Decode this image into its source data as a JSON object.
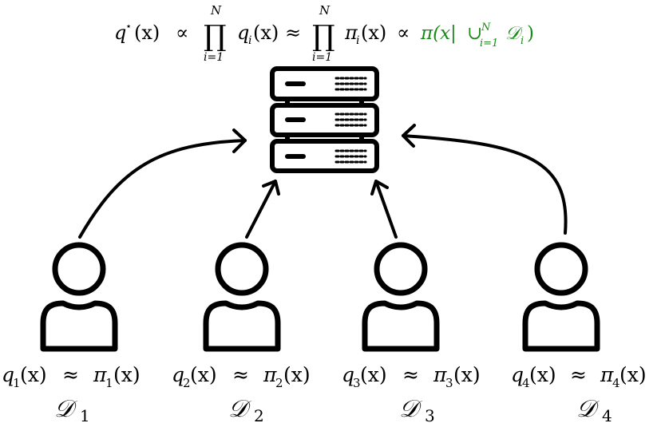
{
  "formula": {
    "q_star": "q",
    "star": "⋆",
    "x_arg": "(x)",
    "propto1": "∝",
    "prod1": "∏",
    "prod1_top": "N",
    "prod1_bottom": "i=1",
    "q_i": "q",
    "q_i_sub": "i",
    "q_i_arg": "(x)",
    "approx": "≈",
    "prod2": "∏",
    "prod2_top": "N",
    "prod2_bottom": "i=1",
    "pi_i": "π",
    "pi_i_sub": "i",
    "pi_i_arg": "(x)",
    "propto2": "∝",
    "posterior_open": "π(x|",
    "union": "∪",
    "union_top": "N",
    "union_bottom": "i=1",
    "posterior_D": "𝒟",
    "posterior_D_sub": "i",
    "posterior_close": ")",
    "posterior_color": "#1a8a1a"
  },
  "clients": [
    {
      "q": "q",
      "sub": "1",
      "arg": "(x)",
      "approx": "≈",
      "pi": "π",
      "pi_sub": "1",
      "pi_arg": "(x)",
      "D": "𝒟",
      "D_sub": "1"
    },
    {
      "q": "q",
      "sub": "2",
      "arg": "(x)",
      "approx": "≈",
      "pi": "π",
      "pi_sub": "2",
      "pi_arg": "(x)",
      "D": "𝒟",
      "D_sub": "2"
    },
    {
      "q": "q",
      "sub": "3",
      "arg": "(x)",
      "approx": "≈",
      "pi": "π",
      "pi_sub": "3",
      "pi_arg": "(x)",
      "D": "𝒟",
      "D_sub": "3"
    },
    {
      "q": "q",
      "sub": "4",
      "arg": "(x)",
      "approx": "≈",
      "pi": "π",
      "pi_sub": "4",
      "pi_arg": "(x)",
      "D": "𝒟",
      "D_sub": "4"
    }
  ],
  "icons": {
    "server": "server-icon",
    "user": "user-icon"
  }
}
